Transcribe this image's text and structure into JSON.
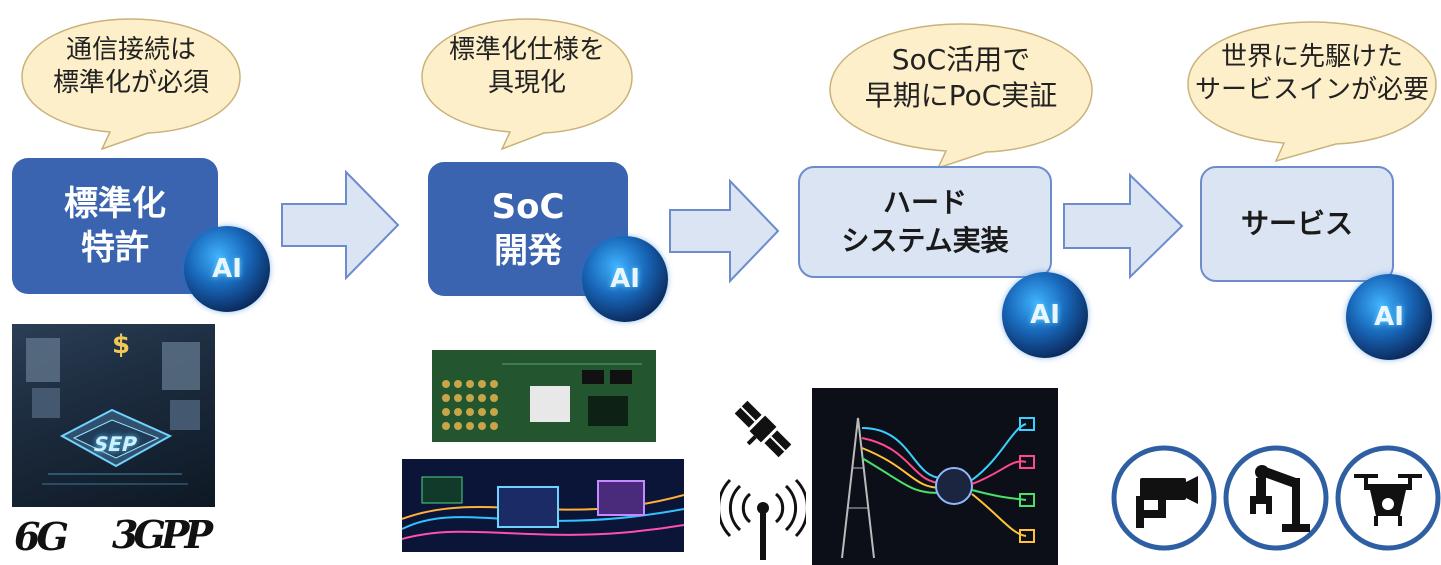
{
  "bubbles": [
    {
      "text": "通信接続は\n標準化が必須"
    },
    {
      "text": "標準化仕様を\n具現化"
    },
    {
      "text": "SoC活用で\n早期にPoC実証"
    },
    {
      "text": "世界に先駆けた\nサービスインが必要"
    }
  ],
  "stages": [
    {
      "label": "標準化\n特許"
    },
    {
      "label": "SoC\n開発"
    },
    {
      "label": "ハード\nシステム実装"
    },
    {
      "label": "サービス"
    }
  ],
  "ai_badge_text": "AI",
  "sep_image": {
    "dollar": "$",
    "sep_label": "SEP"
  },
  "logos": {
    "sixg": "6G",
    "threegpp": "3GPP"
  },
  "icons": [
    "satellite-icon",
    "antenna-icon",
    "surveillance-camera-icon",
    "robot-arm-icon",
    "drone-icon"
  ],
  "colors": {
    "dark_box": "#3a64b0",
    "light_box": "#dbe4f3",
    "bubble_fill": "#fdefc9",
    "arrow_fill": "#dbe4f3",
    "icon_blue": "#2f5fa3"
  }
}
